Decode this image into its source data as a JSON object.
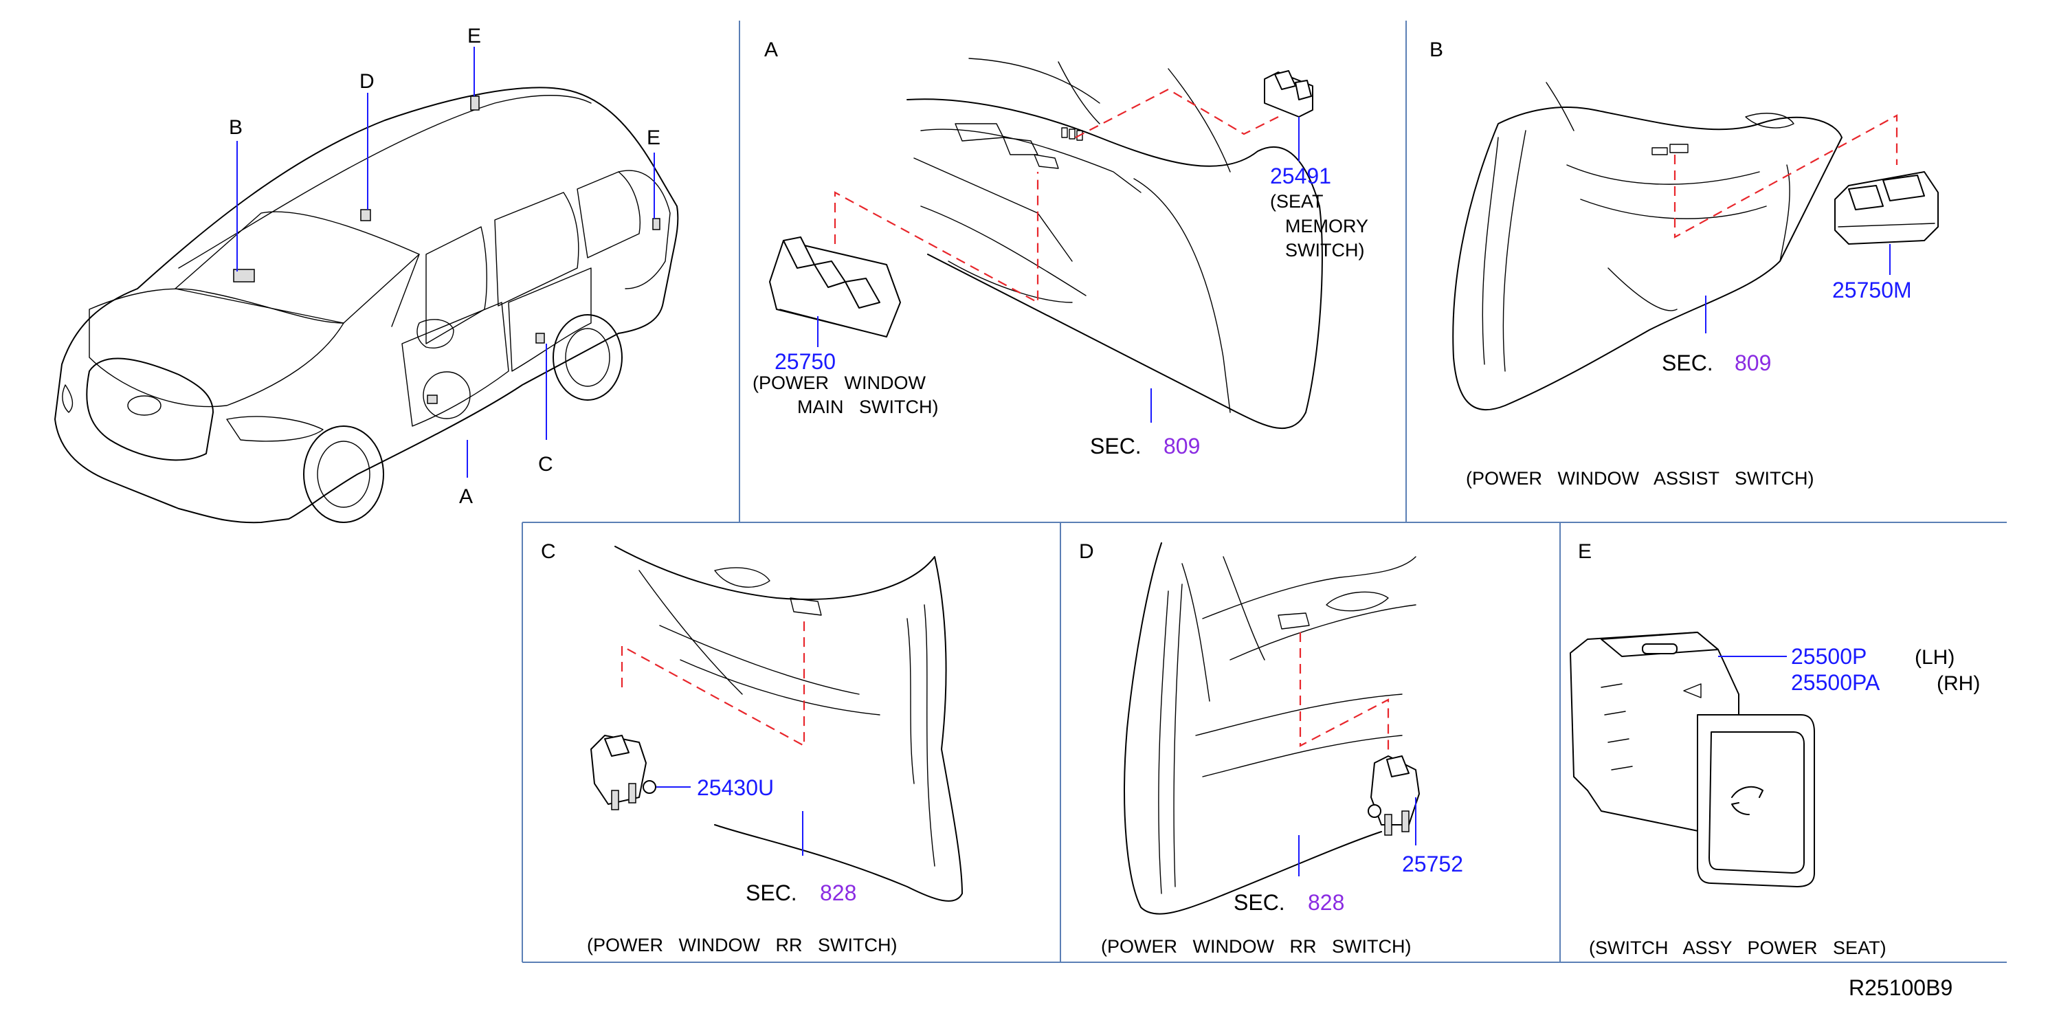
{
  "callouts": {
    "car": {
      "A": "A",
      "B": "B",
      "C": "C",
      "D": "D",
      "E1": "E",
      "E2": "E"
    },
    "panels": {
      "A": "A",
      "B": "B",
      "C": "C",
      "D": "D",
      "E": "E"
    }
  },
  "panel_a": {
    "part_main": "25750",
    "part_main_desc_1": "(POWER   WINDOW",
    "part_main_desc_2": "MAIN   SWITCH)",
    "part_memory": "25491",
    "part_memory_desc_1": "(SEAT",
    "part_memory_desc_2": "MEMORY",
    "part_memory_desc_3": "SWITCH)",
    "sec_label": "SEC.",
    "sec_number": "809"
  },
  "panel_b": {
    "part": "25750M",
    "sec_label": "SEC.",
    "sec_number": "809",
    "caption": "(POWER   WINDOW   ASSIST   SWITCH)"
  },
  "panel_c": {
    "part": "25430U",
    "sec_label": "SEC.",
    "sec_number": "828",
    "caption": "(POWER   WINDOW   RR   SWITCH)"
  },
  "panel_d": {
    "part": "25752",
    "sec_label": "SEC.",
    "sec_number": "828",
    "caption": "(POWER   WINDOW   RR   SWITCH)"
  },
  "panel_e": {
    "part_lh": "25500P",
    "part_lh_side": "(LH)",
    "part_rh": "25500PA",
    "part_rh_side": "(RH)",
    "caption": "(SWITCH   ASSY   POWER   SEAT)"
  },
  "diagram_code": "R25100B9",
  "colors": {
    "part_number": "#1a1aff",
    "section_number": "#8a2be2",
    "dashed_guide": "#e8262b",
    "frame": "#5b7fb5"
  }
}
